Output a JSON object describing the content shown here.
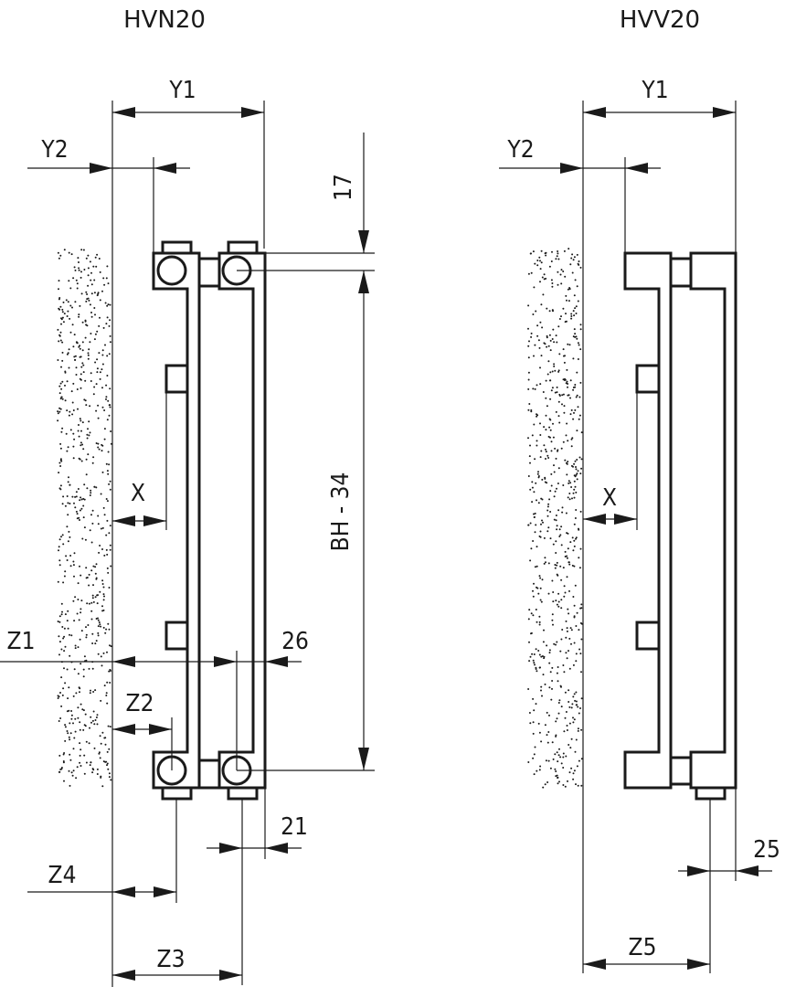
{
  "diagrams": [
    {
      "id": "hvn20",
      "title": "HVN20",
      "dimensions": {
        "Y1": "Y1",
        "Y2": "Y2",
        "top_offset": "17",
        "height": "BH - 34",
        "X": "X",
        "Z1": "Z1",
        "Z2": "Z2",
        "right_offset_mid": "26",
        "right_offset_bottom": "21",
        "Z3": "Z3",
        "Z4": "Z4"
      }
    },
    {
      "id": "hvv20",
      "title": "HVV20",
      "dimensions": {
        "Y1": "Y1",
        "Y2": "Y2",
        "X": "X",
        "right_offset_bottom": "25",
        "Z5": "Z5"
      }
    }
  ],
  "colors": {
    "line": "#1a1a1a",
    "background": "#ffffff"
  }
}
